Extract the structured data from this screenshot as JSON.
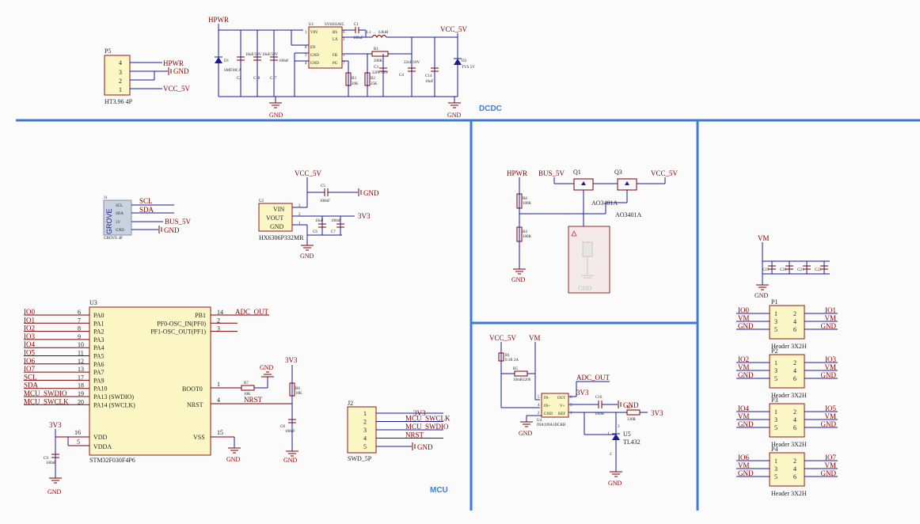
{
  "colors": {
    "wire": "#1b1b9a",
    "component": "#8b0000",
    "body_fill": "#fdf7c6",
    "separator": "#3e7bd4"
  },
  "sections": {
    "dcdc": "DCDC",
    "mcu": "MCU"
  },
  "power_nets": {
    "hpwr": "HPWR",
    "vcc5v": "VCC_5V",
    "gnd": "GND",
    "v3v3": "3V3",
    "bus5v": "BUS_5V",
    "vm": "VM"
  },
  "p5": {
    "ref": "P5",
    "footprint": "HT3.96 4P",
    "pin_numbers": [
      "4",
      "3",
      "2",
      "1"
    ],
    "nets": [
      "HPWR",
      "GND",
      "VCC_5V"
    ]
  },
  "dcdc": {
    "u1_ref": "U1",
    "u1_part": "SY8303AIC",
    "u1_pins": [
      "VIN",
      "EN",
      "GND",
      "GND",
      "BS",
      "LX",
      "FB",
      "PG"
    ],
    "u1_pin_numbers": [
      "1",
      "8",
      "3",
      "4",
      "6",
      "2",
      "5",
      "7"
    ],
    "d1": "D1",
    "d1_val": "SMF30CA",
    "c2": "C2",
    "c2_val": "10uF/50V",
    "c18": "C18",
    "c18_val": "10uF/50V",
    "c17": "C17",
    "c17_val": "100nF",
    "c1": "C1",
    "c1_val": "100nF",
    "l1": "L1",
    "l1_val": "6.8uH",
    "r1": "R1",
    "r1_val": "200K",
    "r2": "R2",
    "r2_val": "25K",
    "r3": "R3",
    "r3_val": "20K",
    "c3": "C3",
    "c3_val": "22PF/50V",
    "c4": "C4",
    "c4_val": "22uF/10V",
    "c14": "C14",
    "c14_val": "10uF",
    "d3": "D3",
    "d3_val": "TVS 5V"
  },
  "grove": {
    "ref": "J1",
    "title": "GROVE",
    "footprint": "GROVE 4P",
    "pins": [
      "SCL",
      "SDA",
      "5V",
      "GND"
    ],
    "nets": [
      "SCL",
      "SDA",
      "BUS_5V",
      "GND"
    ]
  },
  "u2": {
    "ref": "U2",
    "part": "HX6306P332MR",
    "pins": [
      "VIN",
      "VOUT",
      "GND"
    ],
    "pin_numbers": [
      "3",
      "2",
      "1"
    ],
    "c5": "C5",
    "c5_val": "100nF",
    "c6": "C6",
    "c6_val": "10uF",
    "c7": "C7",
    "c7_val": "100nF"
  },
  "switch": {
    "q1": "Q1",
    "q3": "Q3",
    "q1_part": "AO3401A",
    "q3_part": "AO3401A",
    "r8": "R8",
    "r8_val": "100K",
    "r4": "R4",
    "r4_val": "100K"
  },
  "u4": {
    "r_shunt": "R1",
    "r_shunt_val": "0.1R 2A",
    "r5": "R5",
    "r5_val": "10mR1206",
    "ref": "U4",
    "part": "INA199A1DCKR",
    "pins_left": [
      "IN-",
      "IN+",
      "GND"
    ],
    "pins_right": [
      "OUT",
      "V+",
      "REF"
    ],
    "pin_numbers_left": [
      "5",
      "4",
      "2"
    ],
    "pin_numbers_right": [
      "6",
      "5",
      "1"
    ],
    "c16": "C16",
    "c16_val": "100nF",
    "r_ref": "R3",
    "r_ref_val": "330R",
    "adc": "ADC_OUT",
    "u5": "U5",
    "u5_part": "TL432",
    "u5_pins": [
      "1",
      "2",
      "3"
    ]
  },
  "u3": {
    "ref": "U3",
    "part": "STM32F030F4P6",
    "left_pins": [
      {
        "name": "PA0",
        "num": "6",
        "net": "IO0"
      },
      {
        "name": "PA1",
        "num": "7",
        "net": "IO1"
      },
      {
        "name": "PA2",
        "num": "8",
        "net": "IO2"
      },
      {
        "name": "PA3",
        "num": "9",
        "net": "IO3"
      },
      {
        "name": "PA4",
        "num": "10",
        "net": "IO4"
      },
      {
        "name": "PA5",
        "num": "11",
        "net": "IO5"
      },
      {
        "name": "PA6",
        "num": "12",
        "net": "IO6"
      },
      {
        "name": "PA7",
        "num": "13",
        "net": "IO7"
      },
      {
        "name": "PA9",
        "num": "17",
        "net": "SCL"
      },
      {
        "name": "PA10",
        "num": "18",
        "net": "SDA"
      },
      {
        "name": "PA13 (SWDIO)",
        "num": "19",
        "net": "MCU_SWDIO"
      },
      {
        "name": "PA14 (SWCLK)",
        "num": "20",
        "net": "MCU_SWCLK"
      }
    ],
    "right_pins": [
      {
        "name": "PB1",
        "num": "14",
        "net": "ADC_OUT"
      },
      {
        "name": "PF0-OSC_IN(PF0)",
        "num": "2",
        "net": ""
      },
      {
        "name": "PF1-OSC_OUT(PF1)",
        "num": "3",
        "net": ""
      }
    ],
    "boot": {
      "name": "BOOT0",
      "num": "1",
      "r": "R7",
      "r_val": "10K"
    },
    "nrst": {
      "name": "NRST",
      "num": "4",
      "net": "NRST"
    },
    "vdd": {
      "name": "VDD",
      "num": "16"
    },
    "vdda": {
      "name": "VDDA",
      "num": "5"
    },
    "vss": {
      "name": "VSS",
      "num": "15"
    },
    "c_vdd": "C9",
    "c_vdd_val": "100nF",
    "r_nrst": "R6",
    "r_nrst_val": "10K",
    "c_nrst": "C8",
    "c_nrst_val": "100nF"
  },
  "j2": {
    "ref": "J2",
    "footprint": "SWD_5P",
    "pins": [
      "1",
      "2",
      "3",
      "4",
      "5"
    ],
    "nets": [
      "3V3",
      "MCU_SWCLK",
      "MCU_SWDIO",
      "NRST",
      "GND"
    ]
  },
  "vm_caps": [
    "C19",
    "C20",
    "C21",
    "C22"
  ],
  "headers": [
    {
      "ref": "P1",
      "footprint": "Header 3X2H",
      "left": [
        "IO0",
        "VM",
        "GND"
      ],
      "right": [
        "IO1",
        "VM",
        "GND"
      ]
    },
    {
      "ref": "P2",
      "footprint": "Header 3X2H",
      "left": [
        "IO2",
        "VM",
        "GND"
      ],
      "right": [
        "IO3",
        "VM",
        "GND"
      ]
    },
    {
      "ref": "P3",
      "footprint": "Header 3X2H",
      "left": [
        "IO4",
        "VM",
        "GND"
      ],
      "right": [
        "IO5",
        "VM",
        "GND"
      ]
    },
    {
      "ref": "P4",
      "footprint": "Header 3X2H",
      "left": [
        "IO6",
        "VM",
        "GND"
      ],
      "right": [
        "IO7",
        "VM",
        "GND"
      ]
    }
  ],
  "header_pin_numbers": [
    [
      "1",
      "3",
      "5"
    ],
    [
      "2",
      "4",
      "6"
    ]
  ]
}
